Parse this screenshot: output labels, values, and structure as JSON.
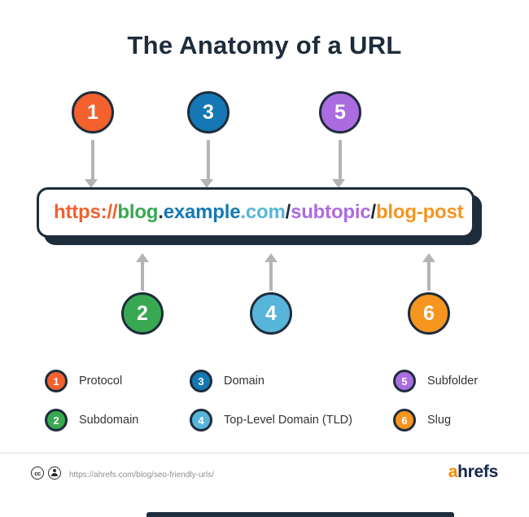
{
  "title": "The Anatomy of a URL",
  "url_bar": {
    "segments": [
      {
        "text": "https://",
        "color": "#f2612e"
      },
      {
        "text": "blog",
        "color": "#38a852"
      },
      {
        "text": ".",
        "color": "#1e2c3c"
      },
      {
        "text": "example",
        "color": "#1578b5"
      },
      {
        "text": ".com",
        "color": "#56b5d9"
      },
      {
        "text": "/",
        "color": "#1e2c3c"
      },
      {
        "text": "subtopic",
        "color": "#ac6ce1"
      },
      {
        "text": "/",
        "color": "#1e2c3c"
      },
      {
        "text": "blog-post",
        "color": "#f6951f"
      }
    ]
  },
  "markers": {
    "top": [
      {
        "number": "1",
        "color": "#f2612e"
      },
      {
        "number": "3",
        "color": "#1578b5"
      },
      {
        "number": "5",
        "color": "#ac6ce1"
      }
    ],
    "bottom": [
      {
        "number": "2",
        "color": "#38a852"
      },
      {
        "number": "4",
        "color": "#56b5d9"
      },
      {
        "number": "6",
        "color": "#f6951f"
      }
    ]
  },
  "legend": {
    "items": [
      {
        "number": "1",
        "color": "#f2612e",
        "label": "Protocol"
      },
      {
        "number": "2",
        "color": "#38a852",
        "label": "Subdomain"
      },
      {
        "number": "3",
        "color": "#1578b5",
        "label": "Domain"
      },
      {
        "number": "4",
        "color": "#56b5d9",
        "label": "Top-Level Domain (TLD)"
      },
      {
        "number": "5",
        "color": "#ac6ce1",
        "label": "Subfolder"
      },
      {
        "number": "6",
        "color": "#f6951f",
        "label": "Slug"
      }
    ]
  },
  "footer": {
    "cc_label": "cc",
    "source_url": "https://ahrefs.com/blog/seo-friendly-urls/",
    "logo_a": "a",
    "logo_rest": "hrefs",
    "logo_orange": "#ff8800",
    "logo_navy": "#15284b"
  },
  "colors": {
    "ink": "#1e2c3c",
    "arrow": "#b4b4b4",
    "background": "#ffffff"
  }
}
